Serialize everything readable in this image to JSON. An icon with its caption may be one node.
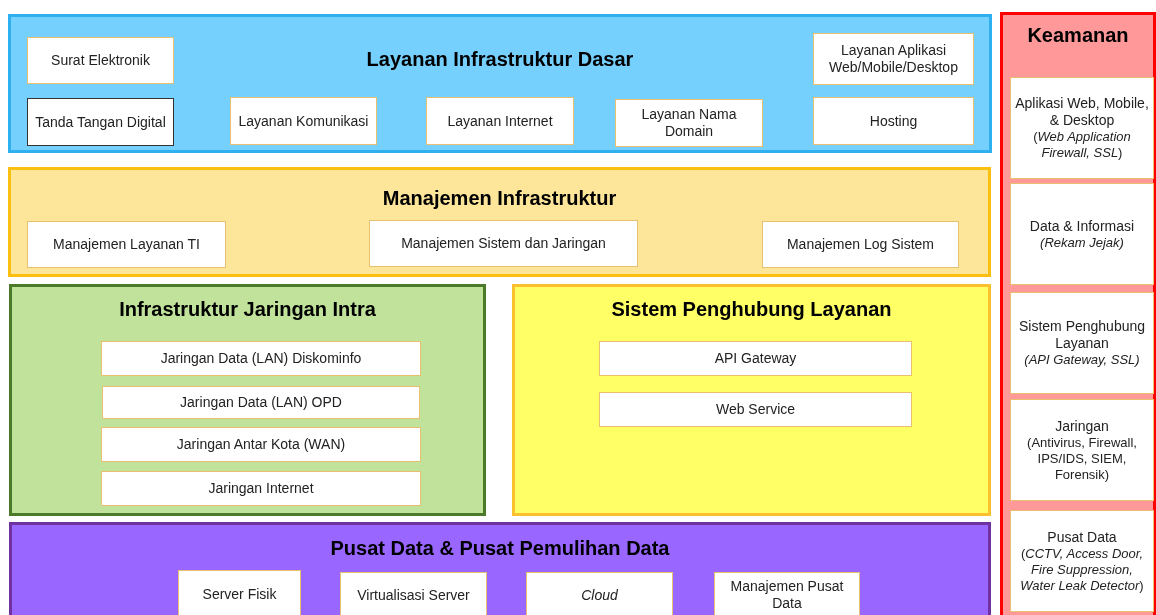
{
  "diagram": {
    "nodes": [
      {
        "text": [
          "Layanan Infrastruktur Dasar"
        ]
      },
      {
        "text": [
          "Surat Elektronik"
        ],
        "in": 0
      },
      {
        "text": [
          "Layanan Aplikasi Web/Mobile/Desktop"
        ],
        "in": 0
      },
      {
        "text": [
          "Tanda Tangan Digital"
        ],
        "in": 0
      },
      {
        "text": [
          "Layanan Komunikasi"
        ],
        "in": 0
      },
      {
        "text": [
          "Layanan Internet"
        ],
        "in": 0
      },
      {
        "text": [
          "Layanan Nama Domain"
        ],
        "in": 0
      },
      {
        "text": [
          "Hosting"
        ],
        "in": 0
      },
      {
        "text": [
          "Manajemen Infrastruktur"
        ]
      },
      {
        "text": [
          "Manajemen Layanan TI"
        ],
        "in": 8
      },
      {
        "text": [
          "Manajemen Sistem dan Jaringan"
        ],
        "in": 8
      },
      {
        "text": [
          "Manajemen Log Sistem"
        ],
        "in": 8
      },
      {
        "text": [
          "Infrastruktur Jaringan Intra"
        ]
      },
      {
        "text": [
          "Jaringan Data (LAN) Diskominfo"
        ],
        "in": 12
      },
      {
        "text": [
          "Jaringan Data (LAN) OPD"
        ],
        "in": 12
      },
      {
        "text": [
          "Jaringan Antar Kota (WAN)"
        ],
        "in": 12
      },
      {
        "text": [
          "Jaringan Internet"
        ],
        "in": 12
      },
      {
        "text": [
          "Sistem Penghubung Layanan"
        ]
      },
      {
        "text": [
          "API Gateway"
        ],
        "in": 17
      },
      {
        "text": [
          "Web Service"
        ],
        "in": 17
      },
      {
        "text": [
          "Pusat Data & Pusat Pemulihan Data"
        ]
      },
      {
        "text": [
          "Server Fisik"
        ],
        "in": 20
      },
      {
        "text": [
          "Virtualisasi Server"
        ],
        "in": 20
      },
      {
        "text": [
          "Cloud"
        ],
        "in": 20
      },
      {
        "text": [
          "Manajemen Pusat Data"
        ],
        "in": 20
      },
      {
        "text": [
          "Keamanan"
        ]
      },
      {
        "text": [
          "Aplikasi Web, Mobile, & Desktop",
          "(*Web Application Firewall, SSL*)"
        ],
        "in": 25
      },
      {
        "text": [
          "Data & Informasi",
          "(Rekam Jejak)"
        ],
        "in": 25
      },
      {
        "text": [
          "Sistem Penghubung Layanan",
          "(API Gateway, SSL)"
        ],
        "in": 25
      },
      {
        "text": [
          "Jaringan",
          "(Antivirus, Firewall, IPS/IDS, SIEM, Forensik)"
        ],
        "in": 25
      },
      {
        "text": [
          "Pusat Data",
          "(*CCTV, Access Door, Fire Suppression, Water Leak Detector*)"
        ],
        "in": 25
      }
    ],
    "edges": []
  }
}
